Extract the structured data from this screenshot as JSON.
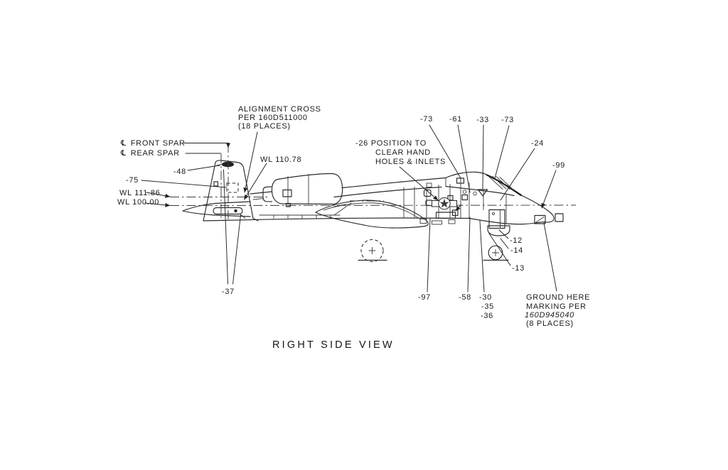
{
  "background": "#ffffff",
  "ink_color": "#2b2b2b",
  "title": "RIGHT SIDE VIEW",
  "notes": {
    "alignment": {
      "l1": "ALIGNMENT CROSS",
      "l2": "PER 160D511000",
      "l3": "(18 PLACES)"
    },
    "position": {
      "l1": "-26 POSITION TO",
      "l2": "CLEAR HAND",
      "l3": "HOLES & INLETS"
    },
    "ground": {
      "l1": "GROUND HERE",
      "l2": "MARKING PER",
      "l3": "160D945040",
      "l4": "(8 PLACES)"
    }
  },
  "spars": {
    "symbol": "℄",
    "front": "FRONT SPAR",
    "rear": "REAR SPAR"
  },
  "waterlines": {
    "wl11078": "WL 110.78",
    "wl11186": "WL 111.86",
    "wl10000": "WL 100.00"
  },
  "callouts": {
    "c48": "-48",
    "c75": "-75",
    "c37": "-37",
    "c73a": "-73",
    "c61": "-61",
    "c33": "-33",
    "c73b": "-73",
    "c24": "-24",
    "c99": "-99",
    "c12": "-12",
    "c14": "-14",
    "c13": "-13",
    "c97": "-97",
    "c58": "-58",
    "c30": "-30",
    "c35": "-35",
    "c36": "-36"
  }
}
